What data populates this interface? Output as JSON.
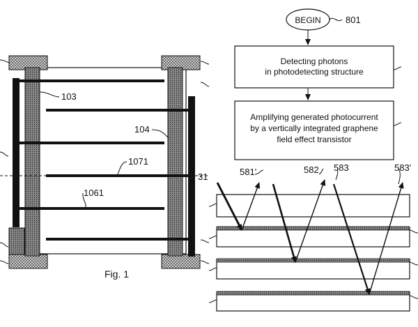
{
  "fig1": {
    "caption": "Fig. 1",
    "labels": {
      "electrode": "103",
      "contact": "104",
      "top_layer": "1071",
      "bottom_layer": "1061"
    }
  },
  "flowchart": {
    "begin": {
      "text": "BEGIN",
      "ref": "801"
    },
    "steps": [
      {
        "line1": "Detecting photons",
        "line2": "in photodetecting structure",
        "line3": ""
      },
      {
        "line1": "Amplifying generated photocurrent",
        "line2": "by a vertically integrated graphene",
        "line3": "field effect transistor"
      }
    ]
  },
  "layers": {
    "labels": [
      "581'",
      "582",
      "583",
      "583'"
    ],
    "edge_label": "31"
  },
  "colors": {
    "ink": "#111111",
    "hatch": "#777777",
    "background": "#ffffff"
  }
}
